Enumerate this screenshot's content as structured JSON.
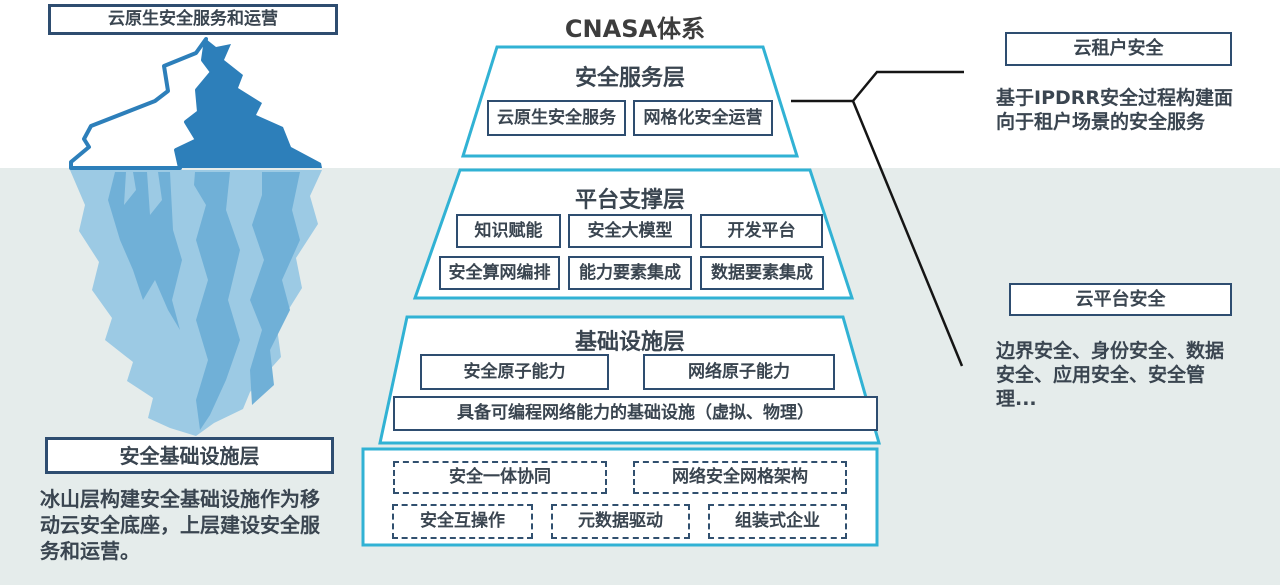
{
  "title": "CNASA体系",
  "iceberg": {
    "top_label": "云原生安全服务和运营",
    "bottom_label": "安全基础设施层",
    "caption": "冰山层构建安全基础设施作为移\n动云安全底座，上层建设安全服\n务和运营。"
  },
  "pyramid": {
    "service_layer": {
      "title": "安全服务层",
      "items": [
        "云原生安全服务",
        "网格化安全运营"
      ]
    },
    "platform_layer": {
      "title": "平台支撑层",
      "row1": [
        "知识赋能",
        "安全大模型",
        "开发平台"
      ],
      "row2": [
        "安全算网编排",
        "能力要素集成",
        "数据要素集成"
      ]
    },
    "infra_layer": {
      "title": "基础设施层",
      "row1": [
        "安全原子能力",
        "网络原子能力"
      ],
      "wide": "具备可编程网络能力的基础设施（虚拟、物理）"
    },
    "foundation": {
      "row1": [
        "安全一体协同",
        "网络安全网格架构"
      ],
      "row2": [
        "安全互操作",
        "元数据驱动",
        "组装式企业"
      ]
    }
  },
  "right": {
    "tenant_label": "云租户安全",
    "tenant_desc": "基于IPDRR安全过程构建面\n向于租户场景的安全服务",
    "platform_label": "云平台安全",
    "platform_desc": "边界安全、身份安全、数据\n安全、应用安全、安全管\n理..."
  },
  "colors": {
    "cyan_border": "#31b2d4",
    "navy_border": "#2e4d70",
    "text_dark": "#3a4550",
    "water_bg": "#e5eceb",
    "connector": "#151515",
    "iceberg_dark": "#2d7fba",
    "iceberg_light": "#9ccae4",
    "iceberg_mid": "#70b0d7",
    "white": "#ffffff"
  }
}
